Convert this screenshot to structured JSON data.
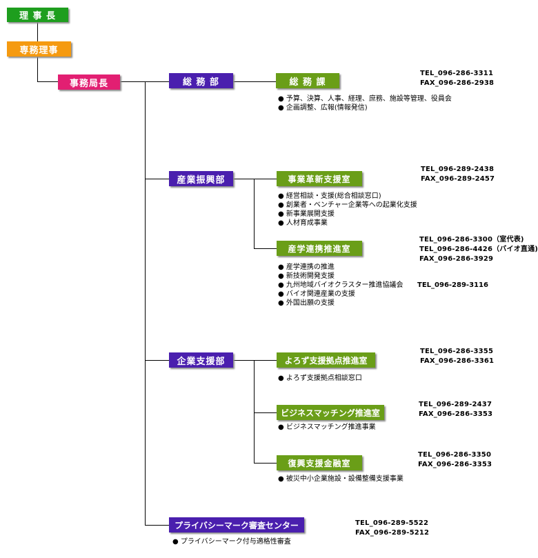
{
  "colors": {
    "top": "#1e9e1e",
    "managing": "#f59a10",
    "director": "#e21f72",
    "department": "#4a1fae",
    "section": "#6a9e18"
  },
  "nodes": {
    "chairman": "理 事 長",
    "managing_director": "専務理事",
    "secretary_general": "事務局長",
    "dept_general": "総 務 部",
    "dept_industry": "産業振興部",
    "dept_enterprise": "企業支援部",
    "dept_privacy": "プライバシーマーク審査センター",
    "sec_general": "総 務 課",
    "sec_innovation": "事業革新支援室",
    "sec_collab": "産学連携推進室",
    "sec_yorozu": "よろず支援拠点推進室",
    "sec_matching": "ビジネスマッチング推進室",
    "sec_recovery": "復興支援金融室"
  },
  "contacts": {
    "general": {
      "tel": "TEL_096-286-3311",
      "fax": "FAX_096-286-2938"
    },
    "innovation": {
      "tel": "TEL_096-289-2438",
      "fax": "FAX_096-289-2457"
    },
    "collab": {
      "tel1": "TEL_096-286-3300（室代表)",
      "tel2": "TEL_096-286-4426（バイオ直通)",
      "fax": "FAX_096-286-3929",
      "tel3": "TEL_096-289-3116"
    },
    "yorozu": {
      "tel": "TEL_096-286-3355",
      "fax": "FAX_096-286-3361"
    },
    "matching": {
      "tel": "TEL_096-289-2437",
      "fax": "FAX_096-286-3353"
    },
    "recovery": {
      "tel": "TEL_096-286-3350",
      "fax": "FAX_096-286-3353"
    },
    "privacy": {
      "tel": "TEL_096-289-5522",
      "fax": "FAX_096-289-5212"
    }
  },
  "duties": {
    "general": [
      "予算、決算、人事、経理、庶務、施設等管理、役員会",
      "企画調整、広報(情報発信)"
    ],
    "innovation": [
      "経営相談・支援(総合相談窓口)",
      "創業者・ベンチャー企業等への起業化支援",
      "新事業展開支援",
      "人材育成事業"
    ],
    "collab": [
      "産学連携の推進",
      "新技術開発支援",
      "九州地域バイオクラスター推進協議会",
      "バイオ関連産業の支援",
      "外国出願の支援"
    ],
    "yorozu": [
      "よろず支援拠点相談窓口"
    ],
    "matching": [
      "ビジネスマッチング推進事業"
    ],
    "recovery": [
      "被災中小企業施設・設備整備支援事業"
    ],
    "privacy": [
      "プライバシーマーク付与適格性審査"
    ]
  }
}
